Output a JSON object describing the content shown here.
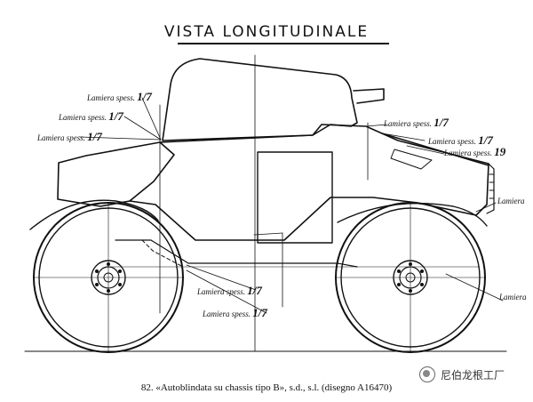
{
  "drawing": {
    "title": "VISTA LONGITUDINALE",
    "caption": "82. «Autoblindata su chassis tipo B», s.d., s.l. (disegno A16470)",
    "labels": [
      {
        "text": "Lamiera spess.",
        "num": "1/7"
      },
      {
        "text": "Lamiera spess.",
        "num": "1/7"
      },
      {
        "text": "Lamiera spess.",
        "num": "1/7"
      },
      {
        "text": "Lamiera spess.",
        "num": "1/7"
      },
      {
        "text": "Lamiera spess.",
        "num": "1/7"
      },
      {
        "text": "Lamiera spess.",
        "num": "19"
      },
      {
        "text": "Lamiera",
        "num": ""
      },
      {
        "text": "Lamiera spess.",
        "num": "1/7"
      },
      {
        "text": "Lamiera spess.",
        "num": "1/7"
      },
      {
        "text": "Lamiera",
        "num": ""
      }
    ]
  },
  "watermark": {
    "text": "尼伯龙根工厂",
    "icon": "wechat-icon"
  }
}
